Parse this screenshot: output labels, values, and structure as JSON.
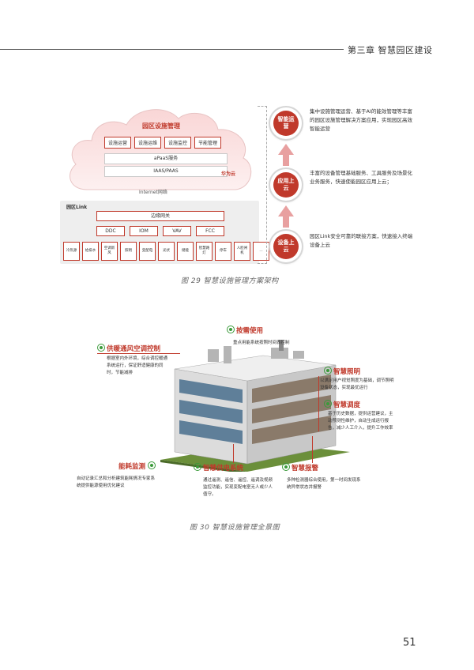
{
  "header": {
    "chapter": "第三章  智慧园区建设"
  },
  "page_number": "51",
  "fig29": {
    "caption": "图 29 智慧设施管理方案架构",
    "cloud": {
      "title": "园区设施管理",
      "modules": [
        "设施运营",
        "设施运维",
        "设施监控",
        "节能管理"
      ],
      "apaas": "aPaaS服务",
      "iaas": "IAAS/PAAS",
      "vendor": "华为云",
      "internet": "Internet网络"
    },
    "link": {
      "title": "园区Link",
      "edge_gateway": "边缘网关",
      "controllers": [
        "DDC",
        "IOM",
        "VAV",
        "FCC"
      ],
      "devices": [
        "冷热源",
        "给排水",
        "空调新风",
        "照明",
        "变配电",
        "光伏",
        "储能",
        "智慧路灯",
        "停车",
        "人脸闸机",
        "..."
      ]
    },
    "steps": [
      {
        "label": "智能运营",
        "desc": "集中设施管理运营、基于AI的能效管理等丰富的园区设施管理解决方案应用，实现园区高效智能运营"
      },
      {
        "label": "应用上云",
        "desc": "丰富的设备管理基础服务、工具服务及场景化业务服务，快速使能园区应用上云；"
      },
      {
        "label": "设备上云",
        "desc": "园区Link安全可靠的联接方案，快速接入终端设备上云"
      }
    ]
  },
  "fig30": {
    "caption": "图 30 智慧设施管理全景图",
    "labels": {
      "hvac": {
        "title": "供暖通风空调控制",
        "desc": "根据室内外环境，综合调控暖通系统运行，保证舒适健康的同时，节能减排"
      },
      "on_demand": {
        "title": "按需使用",
        "desc": "重点用能系统按照时间表控制"
      },
      "lighting": {
        "title": "智慧照明",
        "desc": "以满足用户视觉照度为基础，调节照明设备状态，实现最优运行"
      },
      "dispatch": {
        "title": "智慧调度",
        "desc": "基于历史数据，提供运营建议，主动预测性维护，自动生成运行报告，减少人工介入，提升工作效率"
      },
      "energy": {
        "title": "能耗监测",
        "desc": "自动记录汇总和分析建筑能耗情况专家系统提供能源使用优化建议"
      },
      "power": {
        "title": "智慧供电系统",
        "desc": "通过遥测、遥信、遥控、遥调及视频监控功能，实现变配电室无人或少人值守。"
      },
      "alarm": {
        "title": "智慧报警",
        "desc": "多种检测器综合使用，第一时间发现系统异常状态并报警"
      }
    }
  }
}
